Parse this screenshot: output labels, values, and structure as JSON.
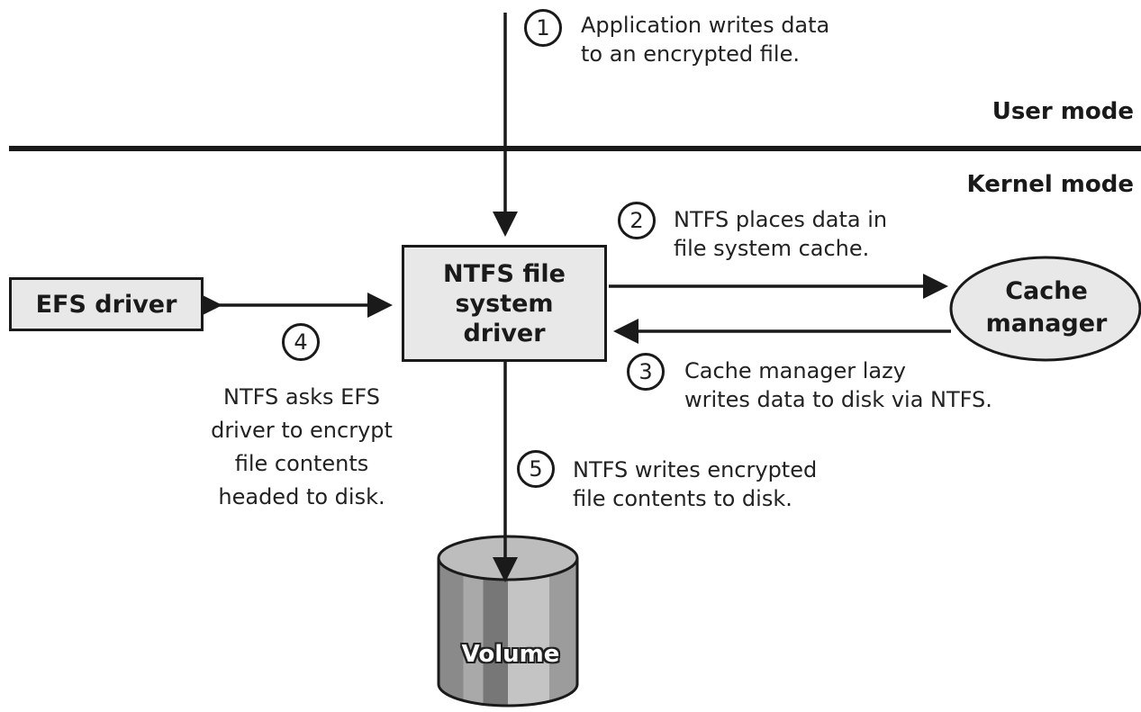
{
  "modes": {
    "user": "User mode",
    "kernel": "Kernel mode"
  },
  "components": {
    "efs_driver": "EFS driver",
    "ntfs_driver": "NTFS file system driver",
    "cache_manager": "Cache manager",
    "volume": "Volume"
  },
  "steps": [
    {
      "number": "1",
      "lines": [
        "Application writes data",
        "to an encrypted file."
      ]
    },
    {
      "number": "2",
      "lines": [
        "NTFS places data in",
        "file system cache."
      ]
    },
    {
      "number": "3",
      "lines": [
        "Cache manager lazy",
        "writes data to disk via NTFS."
      ]
    },
    {
      "number": "4",
      "lines": [
        "NTFS asks EFS",
        "driver to encrypt",
        "file contents",
        "headed to disk."
      ]
    },
    {
      "number": "5",
      "lines": [
        "NTFS writes encrypted",
        "file contents to disk."
      ]
    }
  ]
}
